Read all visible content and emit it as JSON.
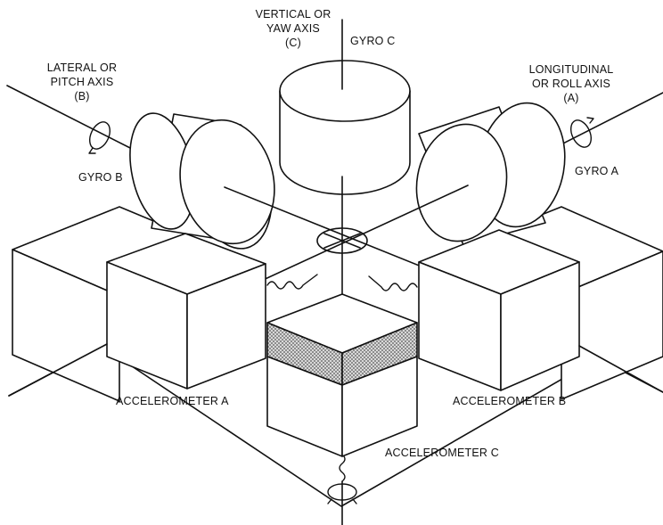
{
  "labels": {
    "vertical_axis_line1": "VERTICAL OR",
    "vertical_axis_line2": "YAW AXIS",
    "vertical_axis_line3": "(C)",
    "gyro_c": "GYRO C",
    "lateral_axis_line1": "LATERAL OR",
    "lateral_axis_line2": "PITCH AXIS",
    "lateral_axis_line3": "(B)",
    "longitudinal_axis_line1": "LONGITUDINAL",
    "longitudinal_axis_line2": "OR ROLL AXIS",
    "longitudinal_axis_line3": "(A)",
    "gyro_b": "GYRO B",
    "gyro_a": "GYRO A",
    "accelerometer_a": "ACCELEROMETER A",
    "accelerometer_b": "ACCELEROMETER B",
    "accelerometer_c": "ACCELEROMETER C"
  },
  "colors": {
    "ink": "#111111",
    "paper": "#ffffff",
    "hatch": "#9a9a9a"
  }
}
